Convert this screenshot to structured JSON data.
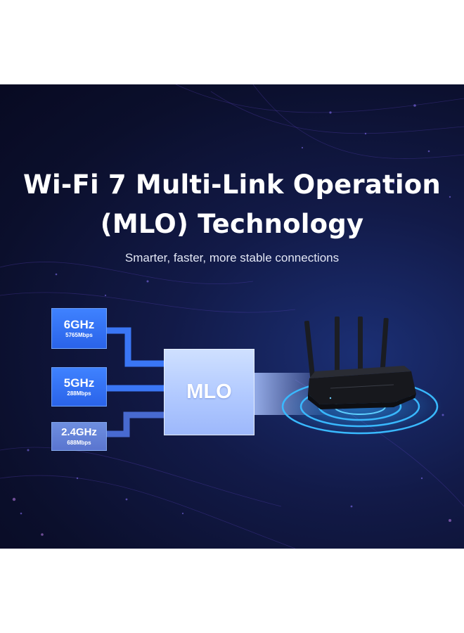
{
  "headline": {
    "line1": "Wi-Fi 7 Multi-Link Operation",
    "line2": "(MLO) Technology"
  },
  "subtitle": "Smarter, faster, more stable connections",
  "bands": [
    {
      "name": "6GHz",
      "speed": "5765Mbps"
    },
    {
      "name": "5GHz",
      "speed": "288Mbps"
    },
    {
      "name": "2.4GHz",
      "speed": "688Mbps"
    }
  ],
  "mlo_label": "MLO",
  "colors": {
    "background": "#0b0f2c",
    "band_blue": "#2f6df0",
    "band_24": "#5f7bd6",
    "mlo_box": "#b7ccff",
    "signal_ring": "#33c2ff"
  },
  "icons": [
    "router-icon",
    "signal-rings-icon"
  ]
}
